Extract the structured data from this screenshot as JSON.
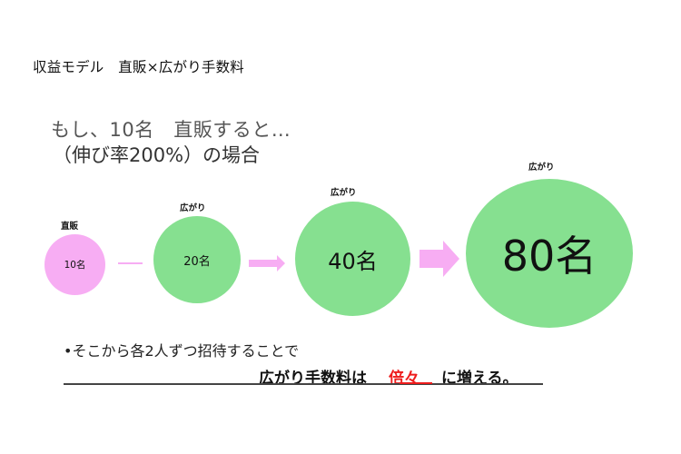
{
  "title": "収益モデル　直販×広がり手数料",
  "subtitle": {
    "line1": "もし、10名　直販すると…",
    "line2": "（伸び率200%）の場合"
  },
  "colors": {
    "direct_sales": "#f7adf3",
    "spread": "#86e090",
    "arrow": "#f7adf3",
    "emphasis": "#ee1c1c"
  },
  "nodes": [
    {
      "label": "直販",
      "value": "10名"
    },
    {
      "label": "広がり",
      "value": "20名"
    },
    {
      "label": "広がり",
      "value": "40名"
    },
    {
      "label": "広がり",
      "value": "80名"
    }
  ],
  "footer": {
    "bullet": "•そこから各2人ずつ招待することで",
    "emphasis_pre": "広がり手数料は",
    "emphasis_red": "倍々",
    "emphasis_post": "に増える。"
  }
}
